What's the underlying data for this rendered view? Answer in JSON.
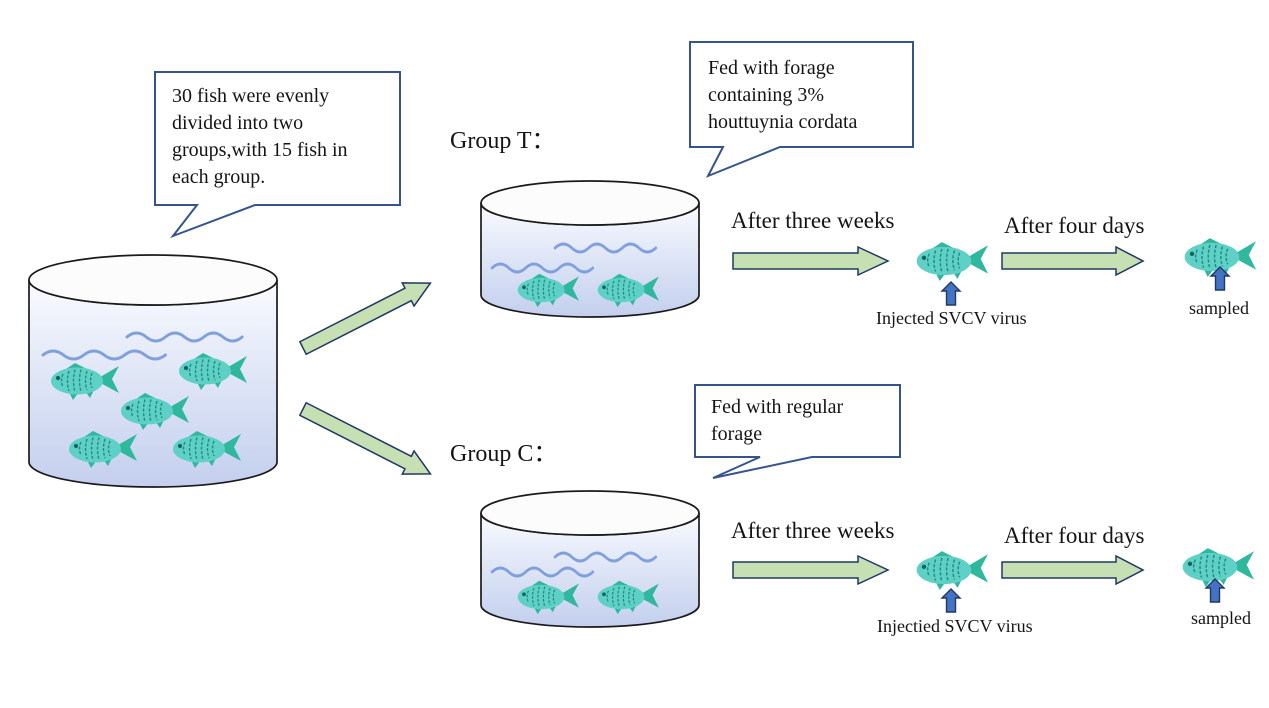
{
  "diagram": {
    "source": {
      "note": "30 fish were evenly\ndivided into two\ngroups,with 15 fish in\neach group.",
      "fish_count": 5
    },
    "group_t": {
      "label": "Group T：",
      "feed_note": "Fed with forage\ncontaining 3%\nhouttuynia cordata",
      "step1": "After three weeks",
      "injection": "Injected SVCV virus",
      "step2": "After four days",
      "sampled": "sampled",
      "fish_count": 2
    },
    "group_c": {
      "label": "Group C：",
      "feed_note": "Fed with regular\nforage",
      "step1": "After three weeks",
      "injection": "Injectied SVCV virus",
      "step2": "After four days",
      "sampled": "sampled",
      "fish_count": 2
    },
    "colors": {
      "flow_arrow_green": "#c6e0b4",
      "injection_arrow_blue": "#4472c4",
      "outline_navy": "#1f3864",
      "bubble_border": "#35548e",
      "fish_body": "#5fd0c6",
      "fish_fins": "#2fb89e",
      "tank_water": "#c3cfee",
      "wave_blue": "#7f9fdd"
    }
  }
}
